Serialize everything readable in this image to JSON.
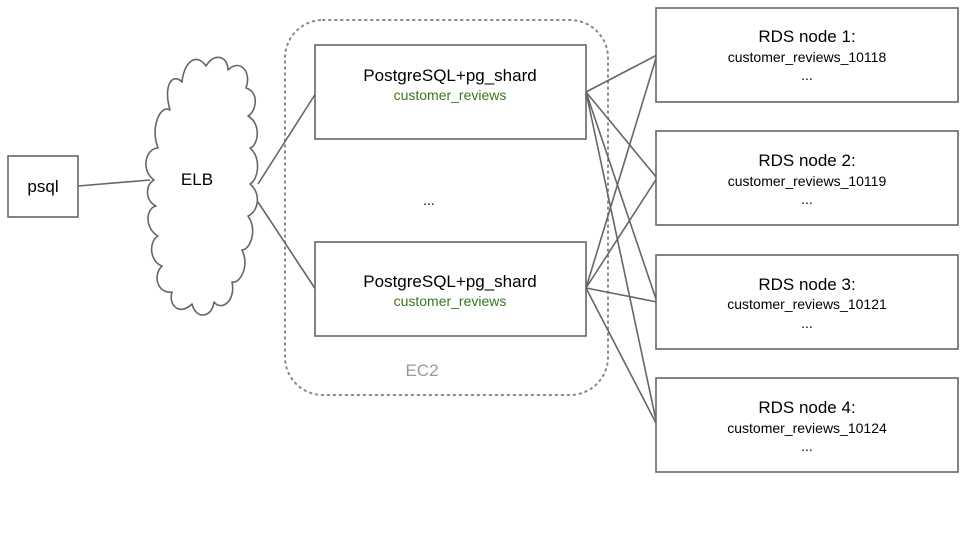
{
  "colors": {
    "stroke": "#666666",
    "table_text": "#38761d",
    "region_label": "#999999",
    "region_border": "#888888"
  },
  "client": {
    "label": "psql"
  },
  "load_balancer": {
    "label": "ELB",
    "icon": "cloud-icon"
  },
  "ec2_region": {
    "label": "EC2"
  },
  "coordinators": [
    {
      "title": "PostgreSQL+pg_shard",
      "table": "customer_reviews"
    },
    {
      "title": "PostgreSQL+pg_shard",
      "table": "customer_reviews"
    }
  ],
  "coordinator_gap": "...",
  "rds_nodes": [
    {
      "title": "RDS node 1:",
      "shard": "customer_reviews_10118",
      "more": "..."
    },
    {
      "title": "RDS node 2:",
      "shard": "customer_reviews_10119",
      "more": "..."
    },
    {
      "title": "RDS node 3:",
      "shard": "customer_reviews_10121",
      "more": "..."
    },
    {
      "title": "RDS node 4:",
      "shard": "customer_reviews_10124",
      "more": "..."
    }
  ]
}
